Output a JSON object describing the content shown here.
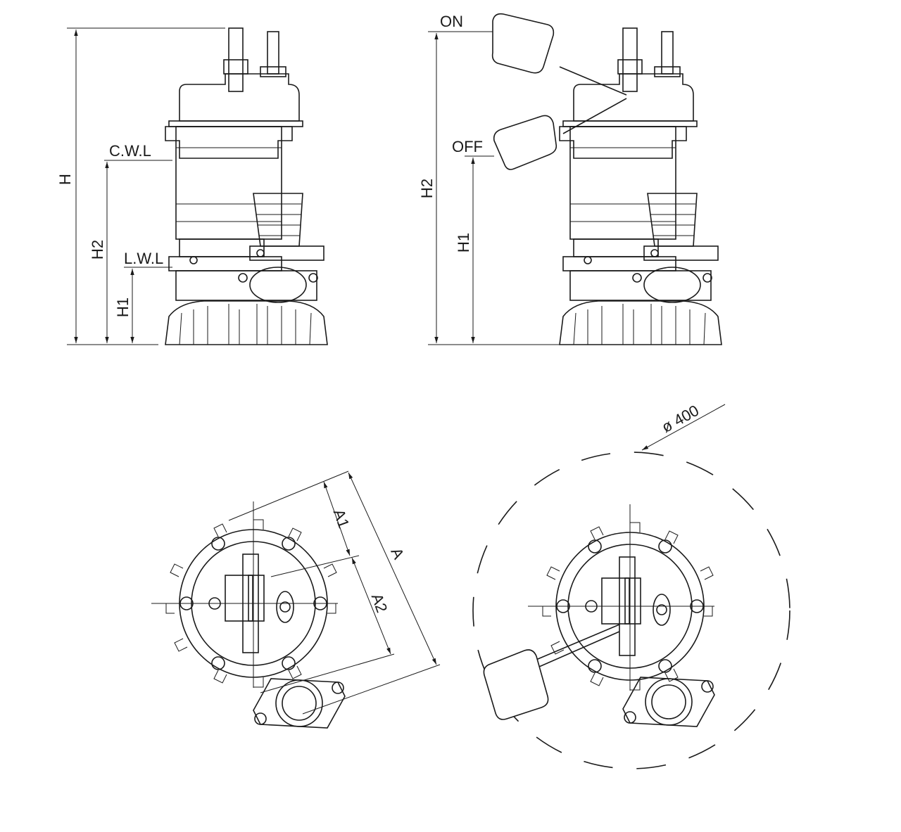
{
  "elevation_left": {
    "h_label": "H",
    "cwl_label": "C.W.L",
    "h2_label": "H2",
    "lwl_label": "L.W.L",
    "h1_label": "H1"
  },
  "elevation_right": {
    "on_label": "ON",
    "off_label": "OFF",
    "h2_label": "H2",
    "h1_label": "H1"
  },
  "plan_left": {
    "a1_label": "A1",
    "a_label": "A",
    "a2_label": "A2"
  },
  "plan_right": {
    "diameter_label": "ø 400"
  }
}
